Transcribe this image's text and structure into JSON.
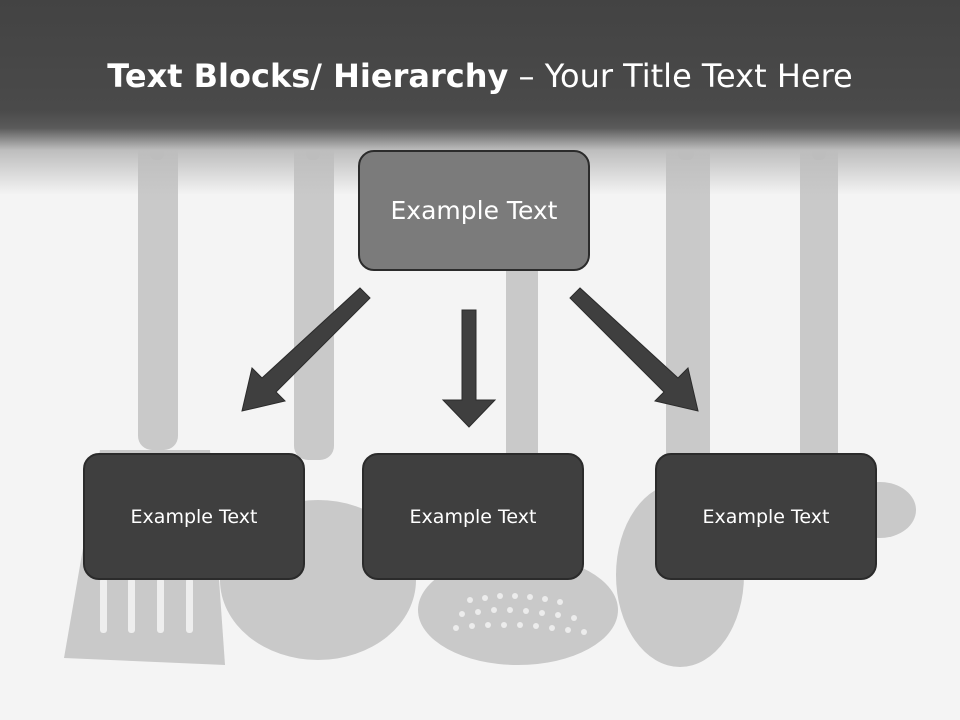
{
  "slide": {
    "title_bold": "Text Blocks/ Hierarchy",
    "title_rest": " – Your Title Text Here"
  },
  "diagram": {
    "top_box": {
      "label": "Example Text"
    },
    "child_boxes": [
      {
        "label": "Example Text"
      },
      {
        "label": "Example Text"
      },
      {
        "label": "Example Text"
      }
    ]
  },
  "colors": {
    "title_bar": "#434343",
    "top_box_fill": "#7b7b7b",
    "child_box_fill": "#3f3f3f",
    "arrow_fill": "#3f3f3f",
    "text": "#ffffff"
  }
}
